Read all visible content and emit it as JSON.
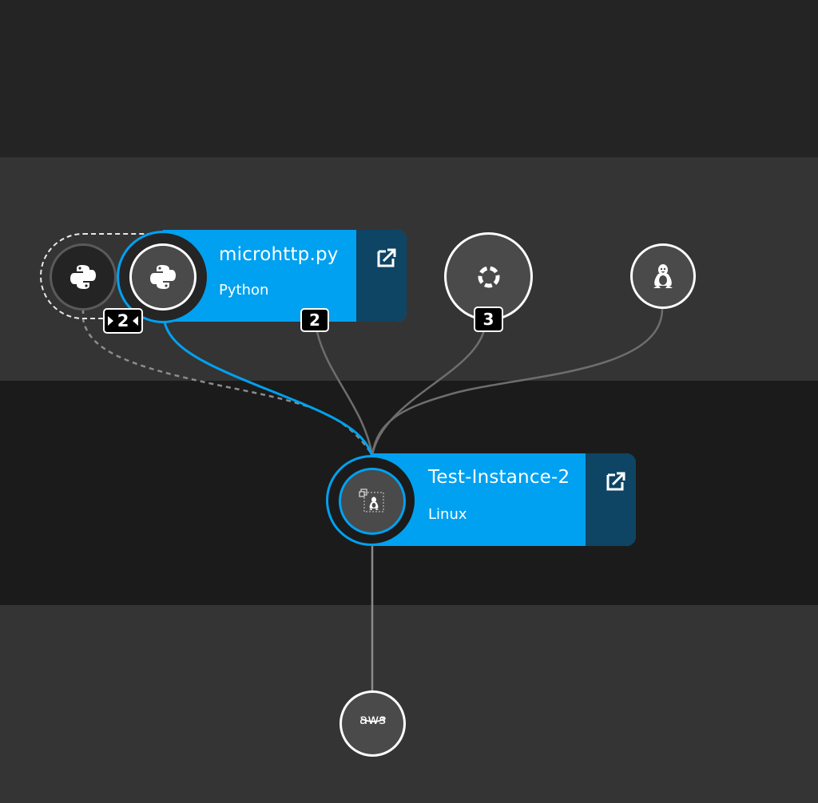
{
  "process_card": {
    "title": "microhttp.py",
    "subtitle": "Python",
    "open_link_icon": "external-link-icon"
  },
  "host_card": {
    "title": "Test-Instance-2",
    "subtitle": "Linux",
    "open_link_icon": "external-link-icon"
  },
  "badges": {
    "python_group_count": "2",
    "hidden_count": "2",
    "process_group_count": "3"
  },
  "icons": {
    "python": "python-icon",
    "process_group": "process-group-icon",
    "linux": "linux-tux-icon",
    "host": "host-instance-icon",
    "cloud": "aws-icon"
  },
  "aws_label": "aws",
  "colors": {
    "accent": "#00a1f0",
    "accent_dark": "#0e4464",
    "band_light": "#343434",
    "band_dark": "#1b1b1b"
  }
}
